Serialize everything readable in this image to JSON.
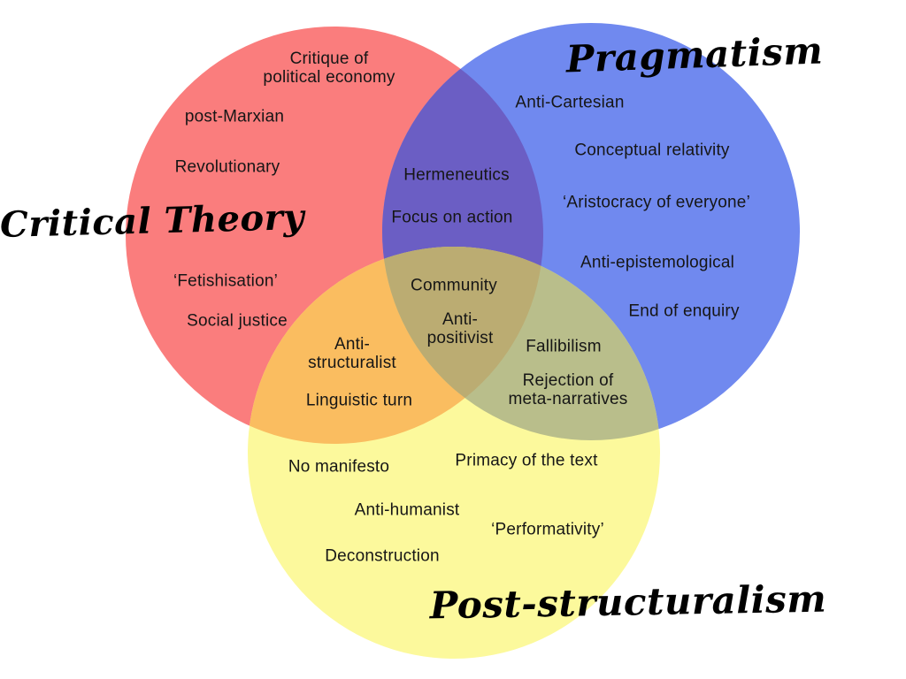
{
  "canvas": {
    "background": "#FFFFFF",
    "text_color": "#161616"
  },
  "venn": {
    "sets": {
      "critical_theory": {
        "label": "Critical Theory",
        "color": "#FA7D7D",
        "items": [
          "Critique of\npolitical economy",
          "post-Marxian",
          "Revolutionary",
          "‘Fetishisation’",
          "Social justice"
        ]
      },
      "pragmatism": {
        "label": "Pragmatism",
        "color": "#7089EF",
        "items": [
          "Anti-Cartesian",
          "Conceptual relativity",
          "‘Aristocracy of everyone’",
          "Anti-epistemological",
          "End of enquiry"
        ]
      },
      "post_structuralism": {
        "label": "Post-structuralism",
        "color": "#FCF99C",
        "items": [
          "No manifesto",
          "Primacy of the text",
          "Anti-humanist",
          "‘Performativity’",
          "Deconstruction"
        ]
      }
    },
    "overlaps": {
      "critical_pragmatism": {
        "color": "#6B5EC4",
        "items": [
          "Hermeneutics",
          "Focus on action"
        ]
      },
      "critical_post": {
        "color": "#FABD60",
        "items": [
          "Anti-\nstructuralist",
          "Linguistic turn"
        ]
      },
      "pragmatism_post": {
        "color": "#B9BE8B",
        "items": [
          "Fallibilism",
          "Rejection of\nmeta-narratives"
        ]
      },
      "center": {
        "color": "#BBAC72",
        "items": [
          "Community",
          "Anti-\npositivist"
        ]
      }
    }
  }
}
